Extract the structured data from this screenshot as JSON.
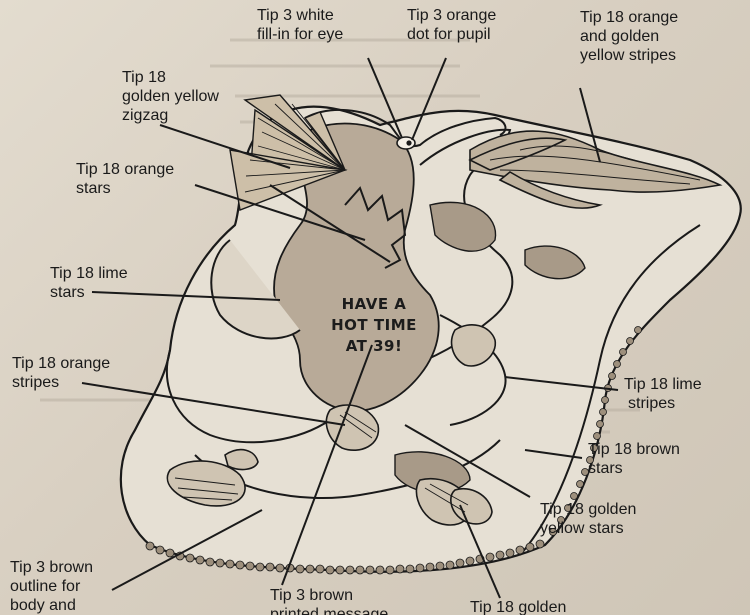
{
  "labels": {
    "white_eye": [
      "Tip 3 white",
      "fill-in for eye"
    ],
    "orange_pupil": [
      "Tip 3 orange",
      "dot for pupil"
    ],
    "orange_golden_stripes": [
      "Tip 18 orange",
      "and golden",
      "yellow stripes"
    ],
    "golden_zigzag": [
      "Tip 18",
      "golden yellow",
      "zigzag"
    ],
    "orange_stars": [
      "Tip 18 orange",
      "stars"
    ],
    "lime_stars": [
      "Tip 18 lime",
      "stars"
    ],
    "orange_stripes": [
      "Tip 18 orange",
      "stripes"
    ],
    "lime_stripes": [
      "Tip 18 lime",
      "stripes"
    ],
    "brown_stars": [
      "Tip 18 brown",
      "stars"
    ],
    "golden_yellow_stars": [
      "Tip 18 golden",
      "yellow stars"
    ],
    "brown_outline": [
      "Tip 3 brown",
      "outline for",
      "body and"
    ],
    "brown_message": [
      "Tip 3 brown",
      "printed message"
    ],
    "golden_bottom": [
      "Tip 18 golden"
    ]
  },
  "message": [
    "HAVE A",
    "HOT TIME",
    "AT 39!"
  ],
  "colors": {
    "ink": "#1a1a1a",
    "paper": "#dcd4c7",
    "stipple": "#3a3530"
  }
}
